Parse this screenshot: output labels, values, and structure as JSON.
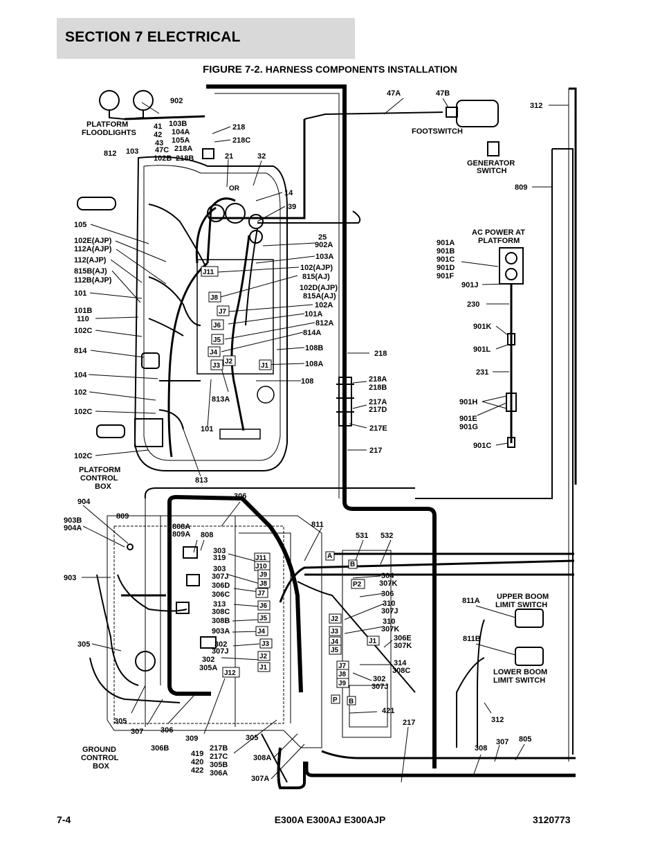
{
  "header": {
    "section": "SECTION 7   ELECTRICAL",
    "figure_lead": "FIGURE 7-2.",
    "figure_rest": " HARNESS COMPONENTS INSTALLATION"
  },
  "footer": {
    "page": "7-4",
    "models": "E300A E300AJ E300AJP",
    "doc_number": "3120773"
  },
  "labels": {
    "l902": "902",
    "lfloodA": "PLATFORM",
    "lfloodB": "FLOODLIGHTS",
    "l41": "41",
    "l42": "42",
    "l43": "43",
    "l47c": "47C",
    "l102b": "102B",
    "l103b": "103B",
    "l104a": "104A",
    "l105a": "105A",
    "l218a": "218A",
    "l218b": "218B",
    "l218": "218",
    "l218c": "218C",
    "l812": "812",
    "l103": "103",
    "l21": "21",
    "l32": "32",
    "lor": "OR",
    "l14": "14",
    "l39": "39",
    "l25": "25",
    "l902a": "902A",
    "l103a": "103A",
    "l102ajp": "102(AJP)",
    "l815aj": "815(AJ)",
    "l102dajp": "102D(AJP)",
    "l815aaj": "815A(AJ)",
    "l102a": "102A",
    "l101a": "101A",
    "l812a": "812A",
    "l814a": "814A",
    "l108b": "108B",
    "l108a": "108A",
    "l108": "108",
    "l105": "105",
    "l102eajp": "102E(AJP)",
    "l112aajp": "112A(AJP)",
    "l112ajp": "112(AJP)",
    "l815baj": "815B(AJ)",
    "l112bajp": "112B(AJP)",
    "l101": "101",
    "l101b": "101B",
    "l110": "110",
    "l102c": "102C",
    "l814": "814",
    "l104": "104",
    "l102": "102",
    "l102c2": "102C",
    "l102c3": "102C",
    "l813a": "813A",
    "l101b2": "101",
    "l813": "813",
    "lpcb1": "PLATFORM",
    "lpcb2": "CONTROL",
    "lpcb3": "BOX",
    "jJ11": "J11",
    "jJ8": "J8",
    "jJ7": "J7",
    "jJ6": "J6",
    "jJ5": "J5",
    "jJ4": "J4",
    "jJ3": "J3",
    "jJ2": "J2",
    "jJ1": "J1",
    "l47a": "47A",
    "l47b": "47B",
    "lfoot": "FOOTSWITCH",
    "l312a": "312",
    "lgen1": "GENERATOR",
    "lgen2": "SWITCH",
    "l809a": "809",
    "lac1": "AC POWER AT",
    "lac2": "PLATFORM",
    "l901a": "901A",
    "l901b": "901B",
    "l901c": "901C",
    "l901d": "901D",
    "l901f": "901F",
    "l901j": "901J",
    "l230": "230",
    "l901k": "901K",
    "l901l": "901L",
    "l231": "231",
    "l901h": "901H",
    "l901e": "901E",
    "l901g": "901G",
    "l901cc": "901C",
    "l218r": "218",
    "l218ar": "218A",
    "l218br": "218B",
    "l217a": "217A",
    "l217d": "217D",
    "l217e": "217E",
    "l217": "217",
    "l904": "904",
    "l903b": "903B",
    "l904a": "904A",
    "l809b": "809",
    "l903": "903",
    "l305": "305",
    "l305b": "305",
    "l307": "307",
    "l306": "306",
    "l306b": "306B",
    "l309": "309",
    "l305c": "305",
    "l306t": "306",
    "l808a": "808A",
    "l809ac": "809A",
    "l808": "808",
    "l303": "303",
    "l319": "319",
    "l303b": "303",
    "l307j": "307J",
    "l306d": "306D",
    "l306c": "306C",
    "l313": "313",
    "l308c": "308C",
    "l308b": "308B",
    "l903a": "903A",
    "l302": "302",
    "l307jb": "307J",
    "l302b": "302",
    "l305a": "305A",
    "cJ11": "J11",
    "cJ10": "J10",
    "cJ9": "J9",
    "cJ8": "J8",
    "cJ7": "J7",
    "cJ6": "J6",
    "cJ5": "J5",
    "cJ4": "J4",
    "cJ3": "J3",
    "cJ2": "J2",
    "cJ1": "J1",
    "cJ12": "J12",
    "rJ2": "J2",
    "rJ3": "J3",
    "rJ4": "J4",
    "rJ5": "J5",
    "rJ1": "J1",
    "rJ7": "J7",
    "rJ8": "J8",
    "rJ9": "J9",
    "cA": "A",
    "cB": "B",
    "cP2": "P2",
    "cP": "P",
    "cB2": "B",
    "l811": "811",
    "l531": "531",
    "l532": "532",
    "l304": "304",
    "l307k": "307K",
    "l306r": "306",
    "l310": "310",
    "l307jr": "307J",
    "l310b": "310",
    "l307kb": "307K",
    "l306e": "306E",
    "l307kc": "307K",
    "l314": "314",
    "l308cr": "308C",
    "l302r": "302",
    "l307jc": "307J",
    "l421": "421",
    "l217b": "217",
    "lgcb1": "GROUND",
    "lgcb2": "CONTROL",
    "lgcb3": "BOX",
    "l419": "419",
    "l420": "420",
    "l422": "422",
    "l217bb": "217B",
    "l217c": "217C",
    "l305bb": "305B",
    "l306a": "306A",
    "l308a": "308A",
    "l307a": "307A",
    "l811a": "811A",
    "lub1": "UPPER BOOM",
    "lub2": "LIMIT SWITCH",
    "l811b": "811B",
    "llb1": "LOWER BOOM",
    "llb2": "LIMIT SWITCH",
    "l312b": "312",
    "l308": "308",
    "l307r": "307",
    "l805": "805"
  }
}
